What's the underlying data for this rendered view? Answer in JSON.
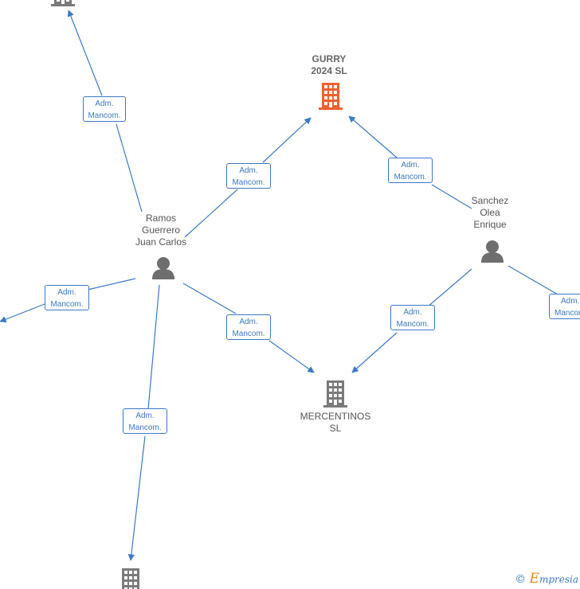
{
  "nodes": {
    "gurry": {
      "label_lines": [
        "GURRY",
        "2024  SL"
      ],
      "type": "company",
      "color": "#f0602e",
      "highlight": true
    },
    "mercentinos": {
      "label_lines": [
        "MERCENTINOS",
        "SL"
      ],
      "type": "company",
      "color": "#7a7a7a"
    },
    "ramos": {
      "label_lines": [
        "Ramos",
        "Guerrero",
        "Juan Carlos"
      ],
      "type": "person",
      "color": "#6e6e6e"
    },
    "sanchez": {
      "label_lines": [
        "Sanchez",
        "Olea",
        "Enrique"
      ],
      "type": "person",
      "color": "#6e6e6e"
    },
    "top_left_company": {
      "type": "company",
      "color": "#7a7a7a"
    },
    "bottom_company": {
      "type": "company",
      "color": "#7a7a7a"
    }
  },
  "edge_label": {
    "line1": "Adm.",
    "line2": "Mancom."
  },
  "edges": [
    {
      "from": "ramos",
      "to": "top_left_company"
    },
    {
      "from": "ramos",
      "to": "gurry"
    },
    {
      "from": "sanchez",
      "to": "gurry"
    },
    {
      "from": "ramos",
      "to": "left_offscreen"
    },
    {
      "from": "ramos",
      "to": "mercentinos"
    },
    {
      "from": "sanchez",
      "to": "mercentinos"
    },
    {
      "from": "sanchez",
      "to": "right_offscreen"
    },
    {
      "from": "ramos",
      "to": "bottom_company"
    }
  ],
  "colors": {
    "edge": "#3b78c8",
    "company": "#7a7a7a",
    "highlight": "#f0602e",
    "person": "#6e6e6e"
  },
  "icons": {
    "company": "building-icon",
    "person": "person-icon"
  },
  "footer": {
    "copyright_symbol": "©",
    "brand_initial": "E",
    "brand_rest": "mpresia"
  }
}
